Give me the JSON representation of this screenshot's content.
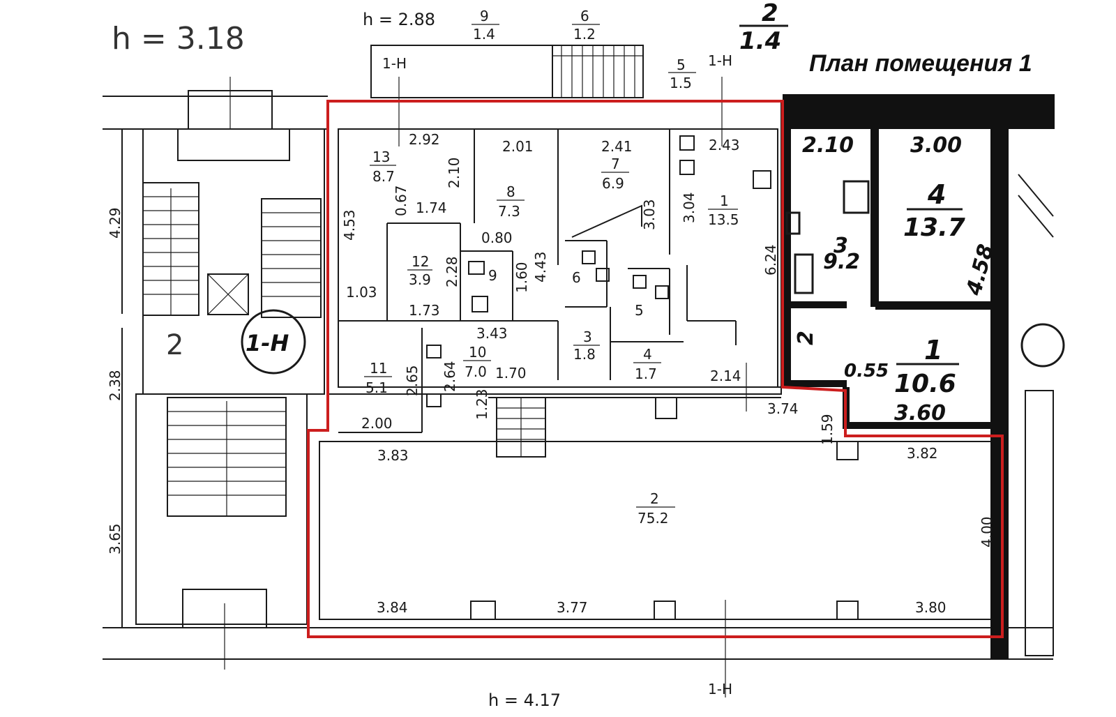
{
  "title": "План помещения 1",
  "heights": {
    "left": "h = 3.18",
    "top": "h = 2.88",
    "bottom": "h = 4.17"
  },
  "unit_labels": {
    "top_left": "1-H",
    "top_right": "1-H",
    "bottom": "1-H",
    "circle": "1-H"
  },
  "stair_label": "2",
  "rooms": [
    {
      "id": "room-13",
      "num": "13",
      "area": "8.7"
    },
    {
      "id": "room-8",
      "num": "8",
      "area": "7.3"
    },
    {
      "id": "room-7",
      "num": "7",
      "area": "6.9"
    },
    {
      "id": "room-1",
      "num": "1",
      "area": "13.5"
    },
    {
      "id": "room-12",
      "num": "12",
      "area": "3.9"
    },
    {
      "id": "room-9",
      "num": "9",
      "area": ""
    },
    {
      "id": "room-6",
      "num": "6",
      "area": ""
    },
    {
      "id": "room-5",
      "num": "5",
      "area": ""
    },
    {
      "id": "room-3",
      "num": "3",
      "area": "1.8"
    },
    {
      "id": "room-4",
      "num": "4",
      "area": "1.7"
    },
    {
      "id": "room-10",
      "num": "10",
      "area": "7.0"
    },
    {
      "id": "room-11",
      "num": "11",
      "area": "5.1"
    },
    {
      "id": "room-2",
      "num": "2",
      "area": "75.2"
    },
    {
      "id": "top-9",
      "num": "9",
      "area": "1.4"
    },
    {
      "id": "top-6",
      "num": "6",
      "area": "1.2"
    },
    {
      "id": "top-5",
      "num": "5",
      "area": "1.5"
    },
    {
      "id": "top-2",
      "num": "2",
      "area": "1.4"
    }
  ],
  "dimensions": [
    "2.92",
    "2.01",
    "2.41",
    "2.43",
    "2.10",
    "0.67",
    "1.74",
    "4.53",
    "0.80",
    "1.60",
    "4.43",
    "3.03",
    "3.04",
    "6.24",
    "2.28",
    "1.03",
    "1.73",
    "3.43",
    "2.65",
    "2.64",
    "1.70",
    "1.23",
    "2.00",
    "3.83",
    "2.14",
    "3.74",
    "1.59",
    "3.82",
    "4.00",
    "3.84",
    "3.77",
    "3.80",
    "4.29",
    "2.38",
    "3.65"
  ],
  "neighbor_unit": {
    "dims": [
      "2.10",
      "3.00",
      "4.58",
      "0.55",
      "3.60"
    ],
    "rooms": [
      {
        "num": "4",
        "area": "13.7"
      },
      {
        "num": "3",
        "area": "9.2"
      },
      {
        "num": "1",
        "area": "10.6"
      },
      {
        "num": "2",
        "area": ""
      }
    ]
  },
  "colors": {
    "outline": "#cc1e1e",
    "lines": "#1a1a1a"
  }
}
